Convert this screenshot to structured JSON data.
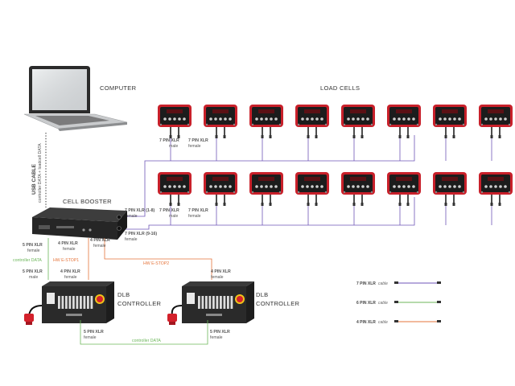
{
  "labels": {
    "computer": "COMPUTER",
    "load_cells": "LOAD CELLS",
    "cell_booster": "CELL BOOSTER",
    "usb_cable": "USB CABLE",
    "usb_sub": "controller DATA + loadcell DATA",
    "dlb_word": "DLB",
    "controller_word": "CONTROLLER"
  },
  "connectors": {
    "seven_pin": "7 PIN XLR",
    "seven_pin_1_8": "7 PIN XLR (1-8)",
    "seven_pin_9_16": "7 PIN XLR (9-16)",
    "five_pin": "5 PIN XLR",
    "four_pin": "4 PIN XLR",
    "male": "male",
    "female": "female"
  },
  "signals": {
    "controller_data": "controller DATA",
    "hw_estop1": "HW E-STOP1",
    "hw_estop2": "HW E-STOP2"
  },
  "legend": [
    {
      "pin": "7 PIN XLR",
      "word": "cable",
      "color": "#6f56b8"
    },
    {
      "pin": "6 PIN XLR",
      "word": "cable",
      "color": "#6cb65a"
    },
    {
      "pin": "4 PIN XLR",
      "word": "cable",
      "color": "#e5743b"
    }
  ],
  "colors": {
    "seven_pin_line": "#6f56b8",
    "data_line": "#6cb65a",
    "estop_line": "#e5743b",
    "usb_line": "#555555",
    "loadcell_red": "#c8202a"
  },
  "load_cells": {
    "top_row_count": 8,
    "bottom_row_count": 8
  },
  "icons": {
    "computer": "laptop-icon",
    "booster": "cell-booster-device-icon",
    "loadcell": "load-cell-display-icon",
    "controller": "dlb-controller-box-icon",
    "plug": "red-power-plug-icon"
  }
}
